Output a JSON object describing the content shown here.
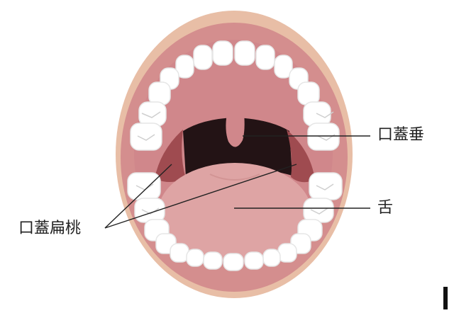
{
  "labels": {
    "uvula": "口蓋垂",
    "tongue": "舌",
    "tonsils": "口蓋扁桃"
  },
  "colors": {
    "skin": "#e8bea6",
    "lip": "#d48e8e",
    "palate": "#d0878b",
    "throat": "#231315",
    "tonsil": "#9f4b50",
    "tongue": "#dea4a4",
    "tooth": "#ffffff",
    "tooth_shade": "#e6e6e6",
    "leader_line": "#222222"
  }
}
